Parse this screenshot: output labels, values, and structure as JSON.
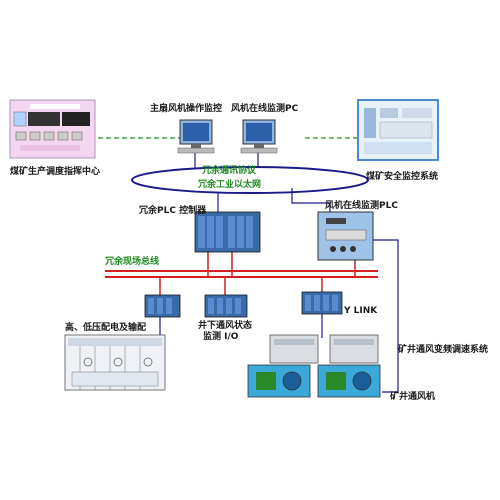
{
  "labels": {
    "dispatch_center": "煤矿生产调度指挥中心",
    "fan_operation": "主扇风机操作监控",
    "online_pc": "风机在线监测PC",
    "safety_system": "煤矿安全监控系统",
    "redundant_protocol": "冗余通讯协议",
    "redundant_ethernet": "冗余工业以太网",
    "plc_controller": "冗余PLC 控制器",
    "online_plc": "风机在线监测PLC",
    "fieldbus": "冗余现场总线",
    "ylink": "Y LINK",
    "power_dist": "高、低压配电及输配",
    "downhole_io_1": "井下通风状态",
    "downhole_io_2": "监测 I/O",
    "vfd_system": "矿井通风变频调速系统",
    "mine_fan": "矿井通风机"
  },
  "colors": {
    "network": "#1a1a8c",
    "fieldbus": "#d42020",
    "dashed_link": "#1f8a1f",
    "panel": "#8fb4e0",
    "label_green": "#1f8a1f"
  },
  "icons": {
    "workstation": "computer-monitor-icon",
    "plc": "plc-rack-icon",
    "switchgear": "switchgear-cabinet-icon",
    "fan": "ventilation-fan-icon"
  }
}
